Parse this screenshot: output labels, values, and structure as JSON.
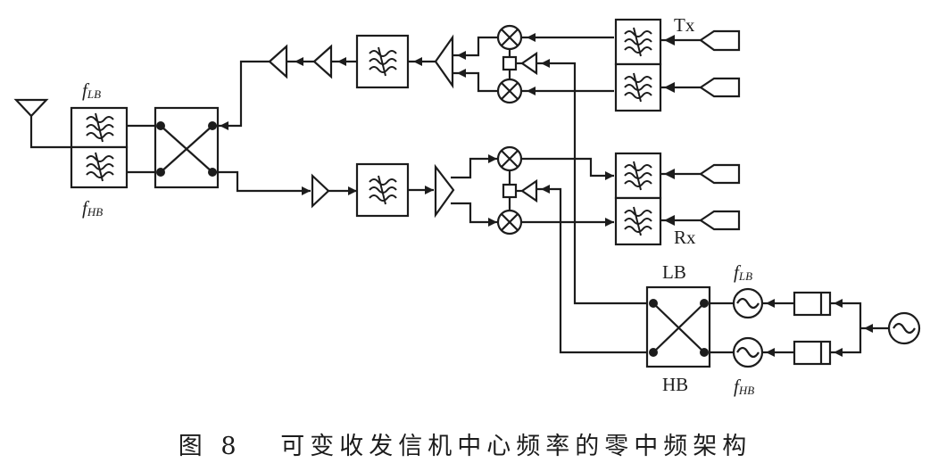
{
  "labels": {
    "f_lb_symbol": "f",
    "lb_subscript": "LB",
    "f_hb_symbol": "f",
    "hb_subscript": "HB",
    "tx": "Tx",
    "rx": "Rx",
    "switch_lb": "LB",
    "switch_hb": "HB"
  },
  "caption": {
    "figure_number": "图 8",
    "title": "可变收发信机中心频率的零中频架构"
  },
  "components": {
    "antenna": "antenna-icon",
    "diplexer": [
      "low-band-filter",
      "high-band-filter"
    ],
    "tx_chain": [
      "power-amplifier",
      "driver-amplifier",
      "bandpass-filter",
      "iq-combiner",
      "i-mixer",
      "q-mixer",
      "lo-phase-splitter",
      "lo-buffer"
    ],
    "rx_chain": [
      "lna",
      "bandpass-filter",
      "iq-splitter",
      "i-mixer",
      "q-mixer",
      "lo-phase-splitter",
      "lo-buffer"
    ],
    "baseband": [
      "tx-i-filter",
      "tx-q-filter",
      "rx-i-filter",
      "rx-q-filter"
    ],
    "synth": [
      "lb-vco",
      "hb-vco",
      "divider",
      "divider",
      "reference-oscillator"
    ]
  }
}
